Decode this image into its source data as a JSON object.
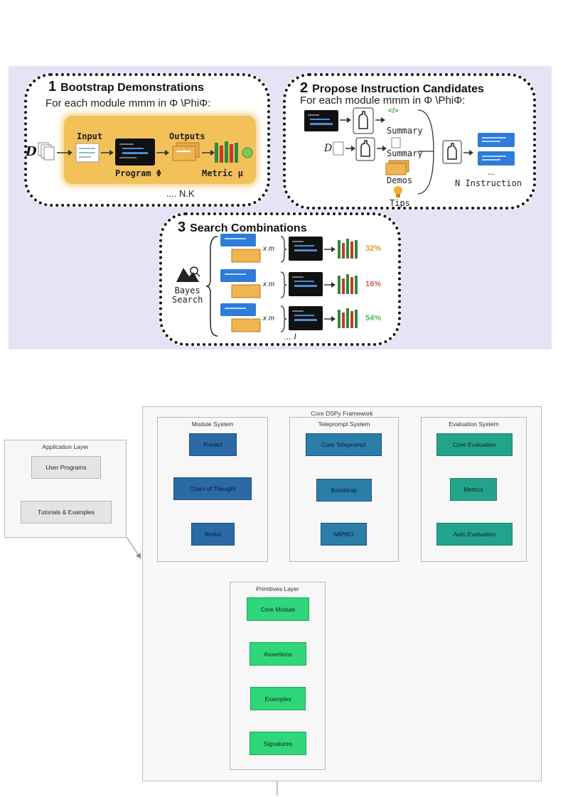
{
  "top": {
    "step1": {
      "num": "1",
      "title": "Bootstrap Demonstrations",
      "subtitle": "For each module mmm in Φ \\PhiΦ:",
      "d_symbol": "D",
      "input_label": "Input",
      "outputs_label": "Outputs",
      "program_label": "Program Φ",
      "metric_label": "Metric μ",
      "footer": ".... N.K"
    },
    "step2": {
      "num": "2",
      "title": "Propose Instruction Candidates",
      "subtitle": "For each module mmm in Φ \\PhiΦ:",
      "summary1": "Summary",
      "summary2": "Summary",
      "demos": "Demos",
      "tips": "Tips",
      "d_symbol": "D",
      "instruction_label": "N Instruction",
      "code_glyph": "</>",
      "dots": "..."
    },
    "step3": {
      "num": "3",
      "title": "Search Combinations",
      "bayes_label": "Bayes\nSearch",
      "xm": "x m",
      "dots": "... I",
      "scores": [
        {
          "value": "32%",
          "color": "#e79b28"
        },
        {
          "value": "16%",
          "color": "#c76a4a"
        },
        {
          "value": "54%",
          "color": "#5fb85a"
        }
      ]
    }
  },
  "arch": {
    "framework_title": "Core DSPy Framework",
    "application_layer": {
      "title": "Application Layer",
      "items": [
        "User Programs",
        "Tutorials & Examples"
      ]
    },
    "module_system": {
      "title": "Module System",
      "items": [
        "Predict",
        "Chain of Thought",
        "ReAct"
      ]
    },
    "teleprompt_system": {
      "title": "Teleprompt System",
      "items": [
        "Core Teleprompt",
        "Bootstrap",
        "MIPRO"
      ]
    },
    "evaluation_system": {
      "title": "Evaluation System",
      "items": [
        "Core Evaluation",
        "Metrics",
        "Auto Evaluation"
      ]
    },
    "primitives_layer": {
      "title": "Primitives Layer",
      "items": [
        "Core Module",
        "Assertions",
        "Examples",
        "Signatures"
      ]
    }
  },
  "colors": {
    "panel_bg": "#e6e3f6",
    "program_orange": "#f2c15a",
    "node_blue": "#2c6aa6",
    "node_teal": "#23a38b",
    "node_green": "#2fd67a",
    "node_grey": "#e4e4e4"
  }
}
